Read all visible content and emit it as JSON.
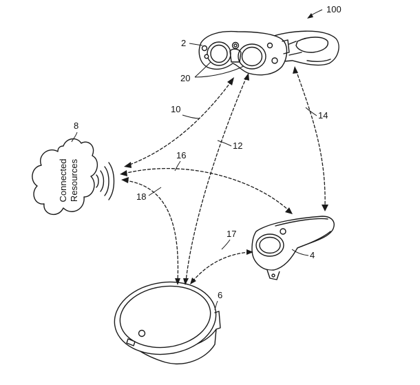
{
  "labels": {
    "figure": "100",
    "headset": "2",
    "lenses": "20",
    "link_headset_resources": "10",
    "link_headset_pack": "12",
    "link_headset_controller": "14",
    "link_resources_controller": "16",
    "link_pack_controller": "17",
    "link_resources_pack": "18",
    "resources": "8",
    "controller": "4",
    "pack": "6"
  },
  "cloud_text": {
    "line1": "Connected",
    "line2": "Resources"
  }
}
